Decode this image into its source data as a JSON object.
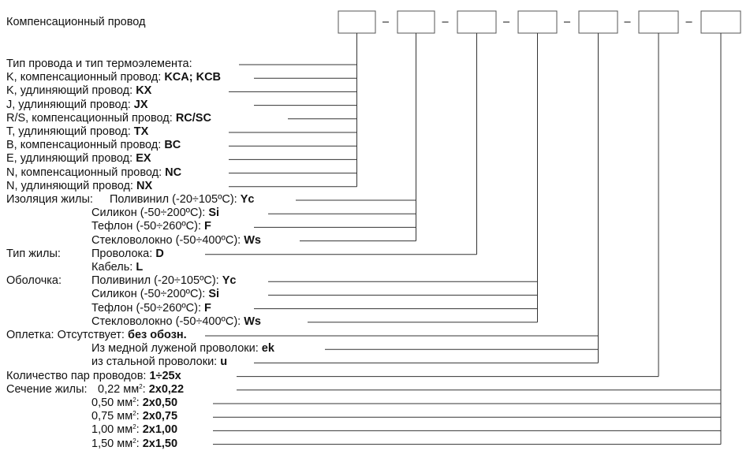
{
  "title": "Компенсационный провод",
  "separator": "–",
  "wire_type": {
    "header": "Тип провода и тип термоэлемента:",
    "options": [
      {
        "label": "K, компенсационный провод:",
        "code": "KCA; KCB"
      },
      {
        "label": "K, удлиняющий провод:",
        "code": "KX"
      },
      {
        "label": "J, удлиняющий провод:",
        "code": "JX"
      },
      {
        "label": "R/S, компенсационный провод:",
        "code": "RC/SC"
      },
      {
        "label": "T, удлиняющий провод:",
        "code": "TX"
      },
      {
        "label": "B, компенсационный провод:",
        "code": "BC"
      },
      {
        "label": "E, удлиняющий провод:",
        "code": "EX"
      },
      {
        "label": "N, компенсационный провод:",
        "code": "NC"
      },
      {
        "label": "N, удлиняющий провод:",
        "code": "NX"
      }
    ]
  },
  "core_insulation": {
    "header": "Изоляция жилы:",
    "options": [
      {
        "label": "Поливинил (-20÷105ºC):",
        "code": "Yc"
      },
      {
        "label": "Силикон (-50÷200ºC):",
        "code": "Si"
      },
      {
        "label": "Тефлон (-50÷260ºC):",
        "code": "F"
      },
      {
        "label": "Стекловолокно (-50÷400ºC):",
        "code": "Ws"
      }
    ]
  },
  "core_type": {
    "header": "Тип жилы:",
    "options": [
      {
        "label": "Проволока:",
        "code": "D"
      },
      {
        "label": "Кабель:",
        "code": "L"
      }
    ]
  },
  "sheath": {
    "header": "Оболочка:",
    "options": [
      {
        "label": "Поливинил (-20÷105ºC):",
        "code": "Yc"
      },
      {
        "label": "Силикон (-50÷200ºC):",
        "code": "Si"
      },
      {
        "label": "Тефлон (-50÷260ºC):",
        "code": "F"
      },
      {
        "label": "Стекловолокно (-50÷400ºC):",
        "code": "Ws"
      }
    ]
  },
  "braid": {
    "header": "Оплетка:",
    "options": [
      {
        "label": "Отсутствует:",
        "code": "без обозн."
      },
      {
        "label": "Из медной луженой проволоки:",
        "code": "ek"
      },
      {
        "label": "из стальной проволоки:",
        "code": "u"
      }
    ]
  },
  "pairs": {
    "label": "Количество пар проводов:",
    "code": "1÷25x"
  },
  "cross_section": {
    "header": "Сечение жилы:",
    "unit": "мм",
    "unit_sup": "2",
    "options": [
      {
        "value": "0,22",
        "code": "2x0,22"
      },
      {
        "value": "0,50",
        "code": "2x0,50"
      },
      {
        "value": "0,75",
        "code": "2x0,75"
      },
      {
        "value": "1,00",
        "code": "2x1,00"
      },
      {
        "value": "1,50",
        "code": "2x1,50"
      }
    ]
  }
}
